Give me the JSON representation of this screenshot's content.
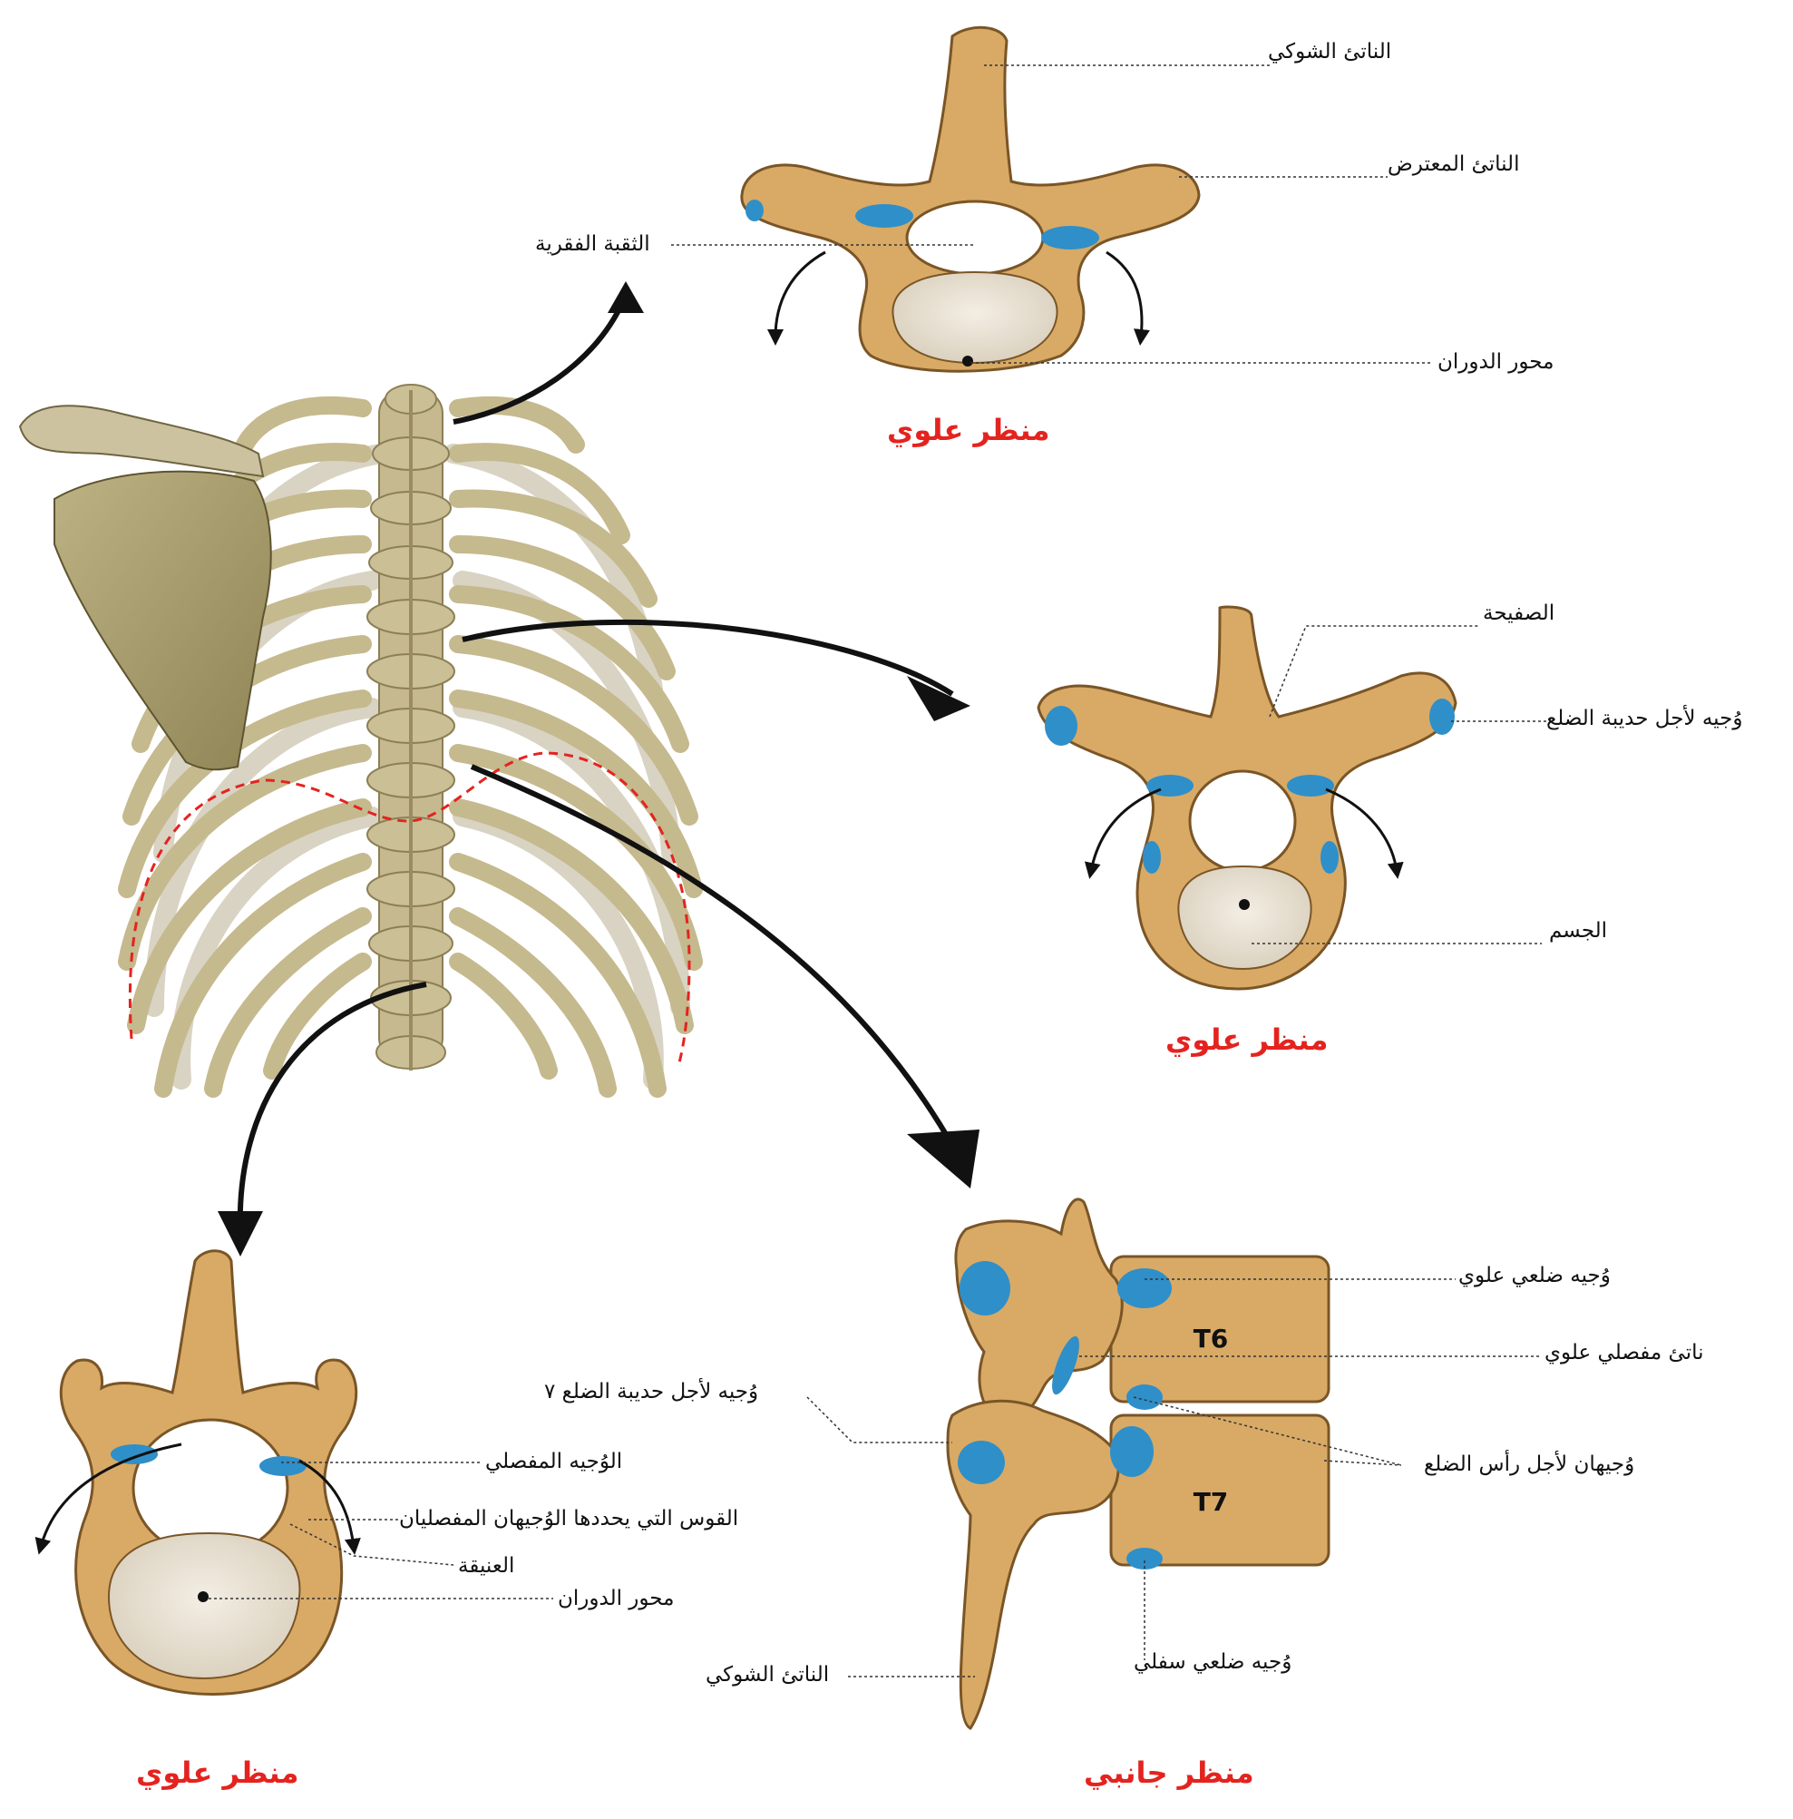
{
  "colors": {
    "bone": "#d8aa66",
    "bone_dark": "#8a6230",
    "rib_cage": "#c8bd9a",
    "scapula": "#a79b6a",
    "facet": "#2f8fc9",
    "cancellous": "#e9e1d1",
    "view_title": "#e4231f",
    "dashed_region": "#e4231f"
  },
  "icons": [
    "curved-arrow-icon",
    "rotation-arrow-icon"
  ],
  "top_view": {
    "title": "منظر علوي",
    "labels": {
      "spinous_process": "الناتئ الشوكي",
      "transverse_process": "الناتئ المعترض",
      "vertebral_foramen": "الثقبة الفقرية",
      "rotation_axis": "محور الدوران"
    }
  },
  "middle_view": {
    "title": "منظر علوي",
    "labels": {
      "lamina": "الصفيحة",
      "tubercle_facet": "وُجيه لأجل حديبة الضلع",
      "body": "الجسم"
    }
  },
  "lower_left_view": {
    "title": "منظر علوي",
    "labels": {
      "articular_facet": "الوُجيه المفصلي",
      "arc_defined": "القوس التي يحددها الوُجيهان المفصليان",
      "pedicle": "العنيقة",
      "rotation_axis": "محور الدوران"
    }
  },
  "lateral_view": {
    "title": "منظر جانبي",
    "vertebra_labels": [
      "T6",
      "T7"
    ],
    "labels": {
      "superior_costal_facet": "وُجيه ضلعي علوي",
      "superior_articular_process": "ناتئ مفصلي علوي",
      "rib7_tubercle_facet": "وُجيه لأجل حديبة الضلع ٧",
      "rib_head_facets": "وُجيهان لأجل رأس الضلع",
      "inferior_costal_facet": "وُجيه ضلعي سفلي",
      "spinous_process": "الناتئ الشوكي"
    }
  }
}
